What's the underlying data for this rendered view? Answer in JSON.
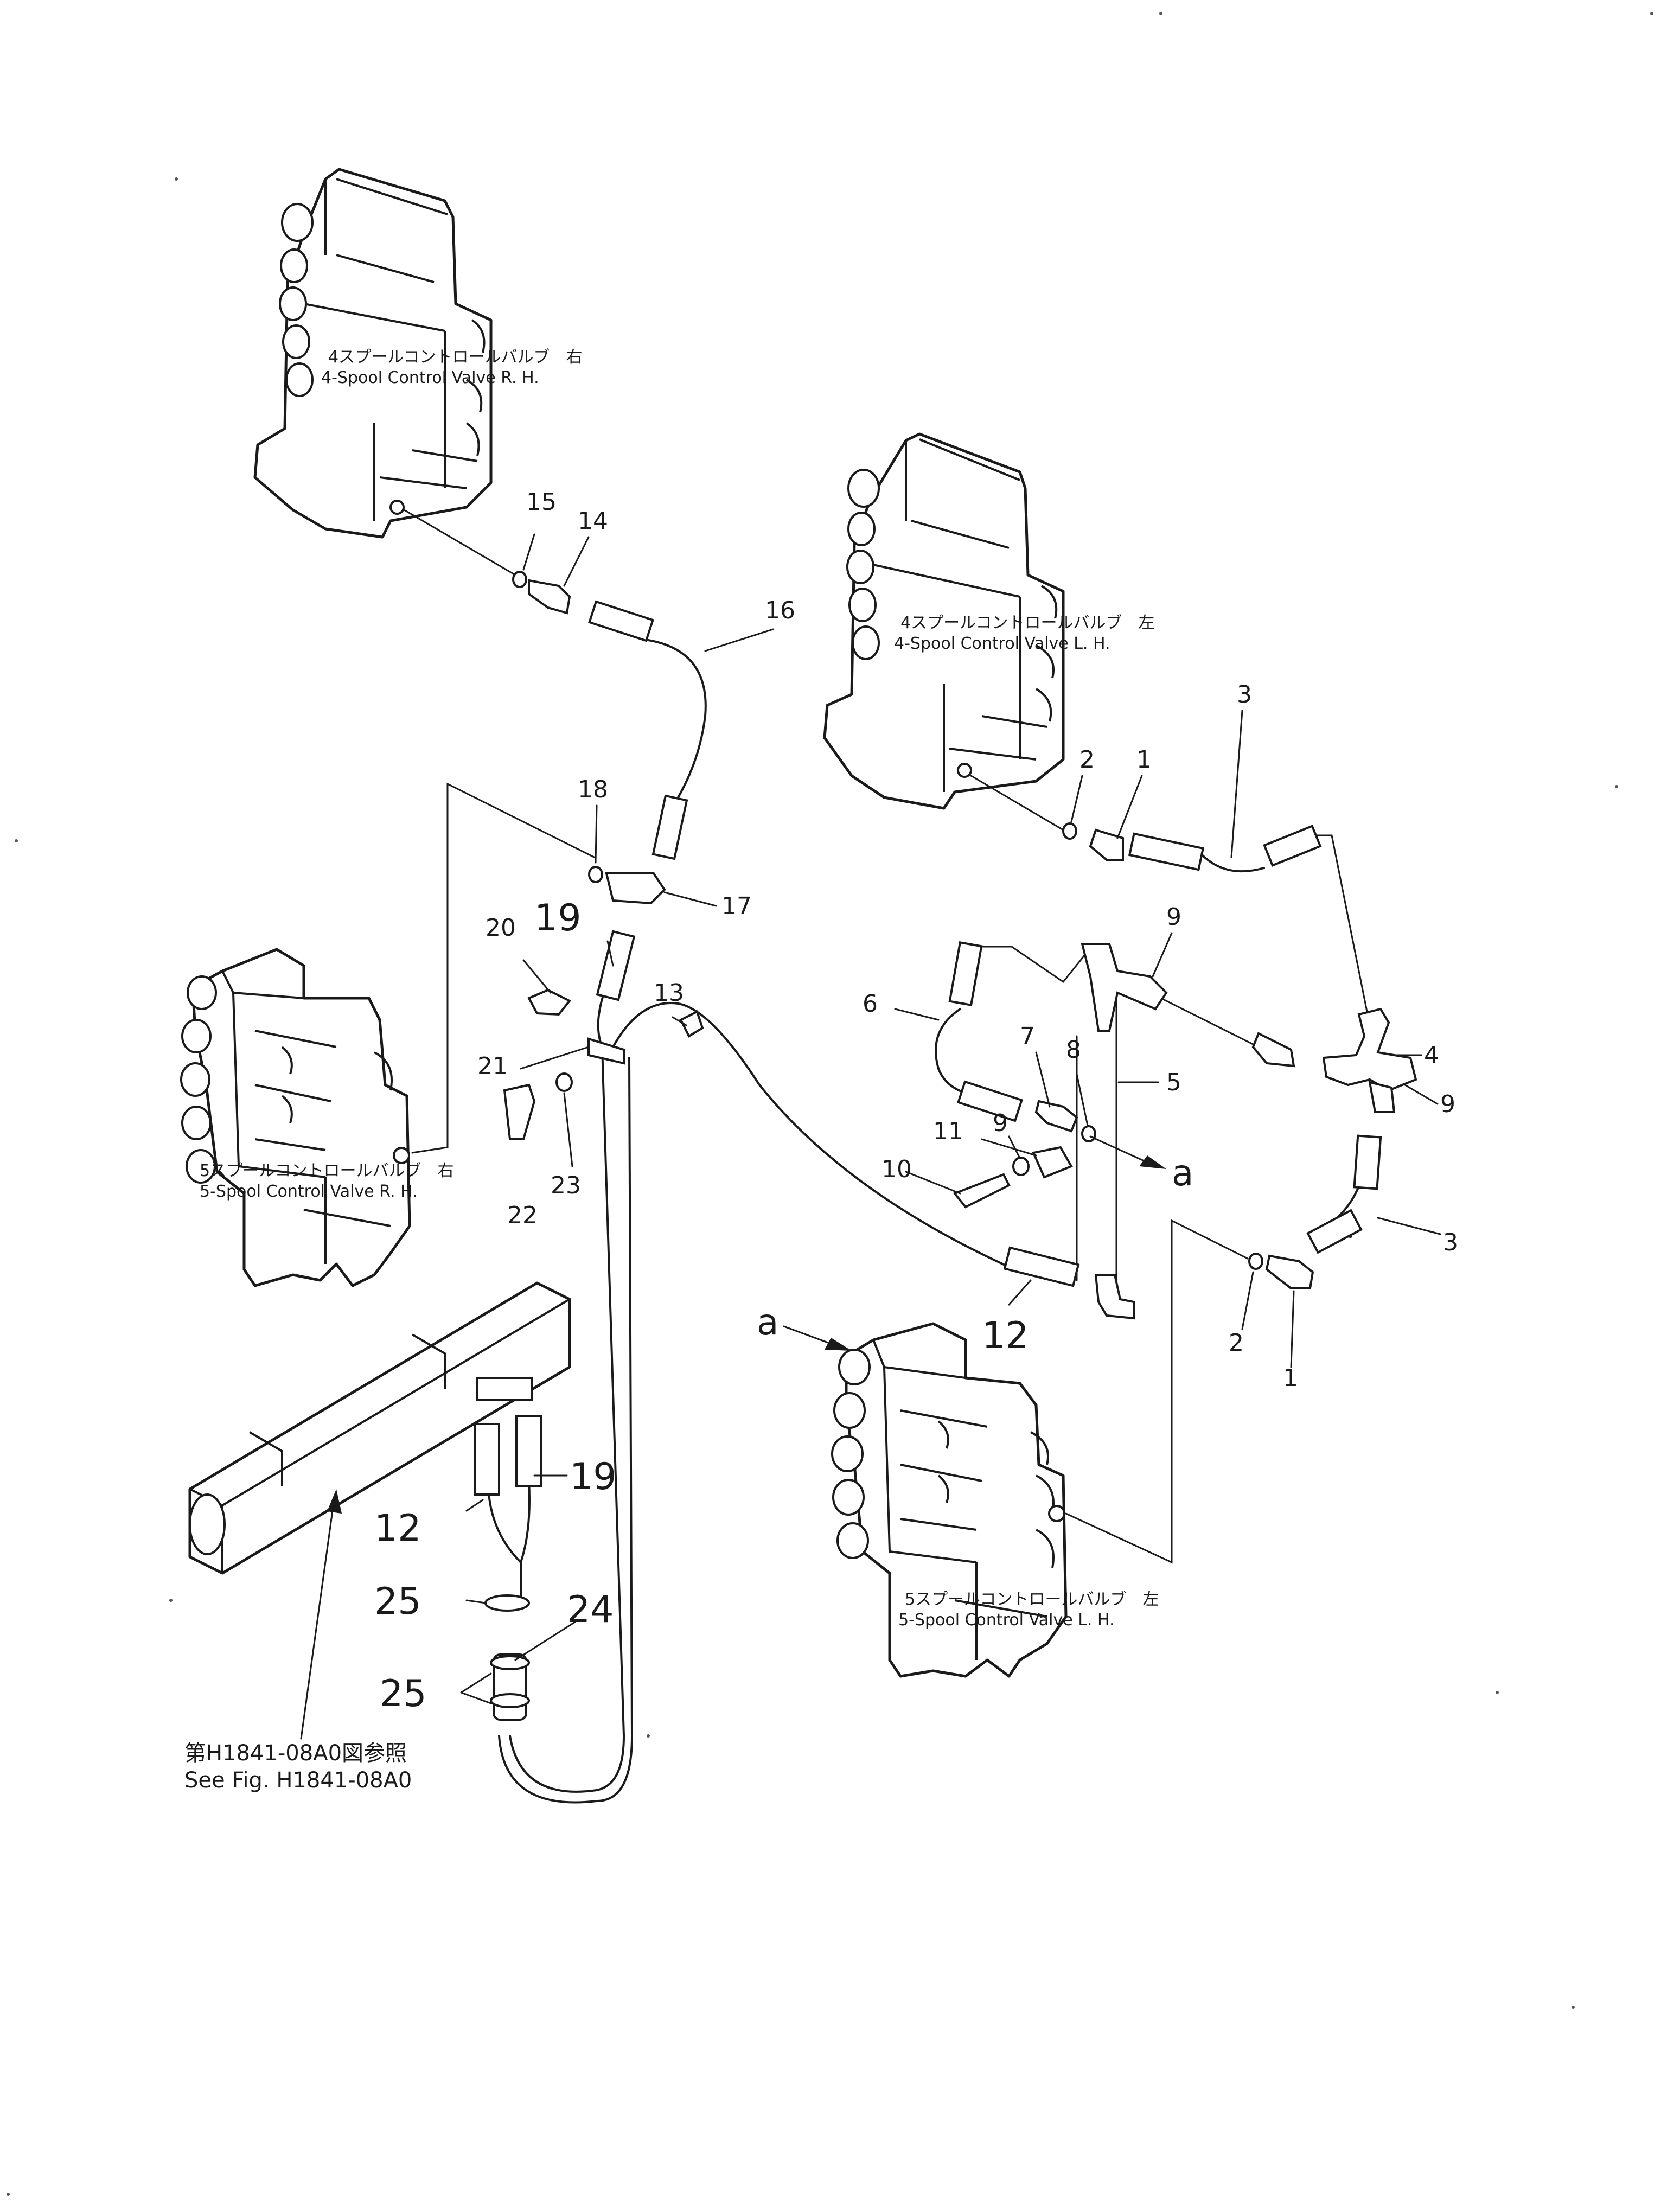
{
  "valves": {
    "rh4": {
      "jp": "4スプールコントロールバルブ　右",
      "en": "4-Spool  Control  Valve   R. H."
    },
    "lh4": {
      "jp": "4スプールコントロールバルブ　左",
      "en": "4-Spool  Control  Valve  L. H."
    },
    "rh5": {
      "jp": "5スプールコントロールバルブ　右",
      "en": "5-Spool  Control  Valve  R. H."
    },
    "lh5": {
      "jp": "5スプールコントロールバルブ　左",
      "en": "5-Spool  Control  Valve  L. H."
    }
  },
  "callouts": {
    "p15": "15",
    "p14": "14",
    "p16": "16",
    "p18": "18",
    "p17": "17",
    "p20": "20",
    "p19a": "19",
    "p13": "13",
    "p21": "21",
    "p22": "22",
    "p23": "23",
    "p2a": "2",
    "p1a": "1",
    "p3a": "3",
    "p9a": "9",
    "p6": "6",
    "p7": "7",
    "p8": "8",
    "p4": "4",
    "p5": "5",
    "p9b": "9",
    "p11": "11",
    "p9c": "9",
    "p10": "10",
    "p3b": "3",
    "p2b": "2",
    "p1b": "1",
    "p12a": "12",
    "p19b": "19",
    "p12b": "12",
    "p25a": "25",
    "p24": "24",
    "p25b": "25"
  },
  "arrows": {
    "a_out": "a",
    "a_in": "a"
  },
  "reference": {
    "jp": "第H1841-08A0図参照",
    "en": "See  Fig.  H1841-08A0"
  }
}
